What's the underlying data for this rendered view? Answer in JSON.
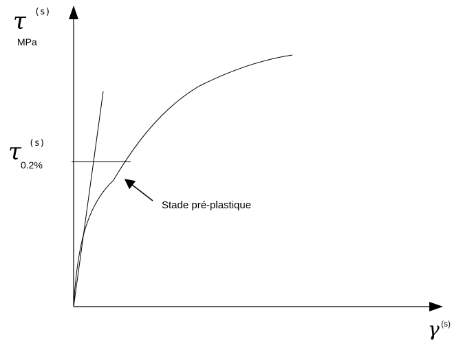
{
  "diagram": {
    "y_axis": {
      "symbol": "τ",
      "superscript": "(s)",
      "unit": "MPa"
    },
    "x_axis": {
      "symbol": "γ",
      "superscript": "(s)"
    },
    "yield_marker": {
      "symbol": "τ",
      "superscript": "(s)",
      "subscript": "0.2%"
    },
    "annotation": {
      "text": "Stade pré-plastique"
    },
    "colors": {
      "ink": "#000000",
      "background": "#ffffff"
    }
  }
}
